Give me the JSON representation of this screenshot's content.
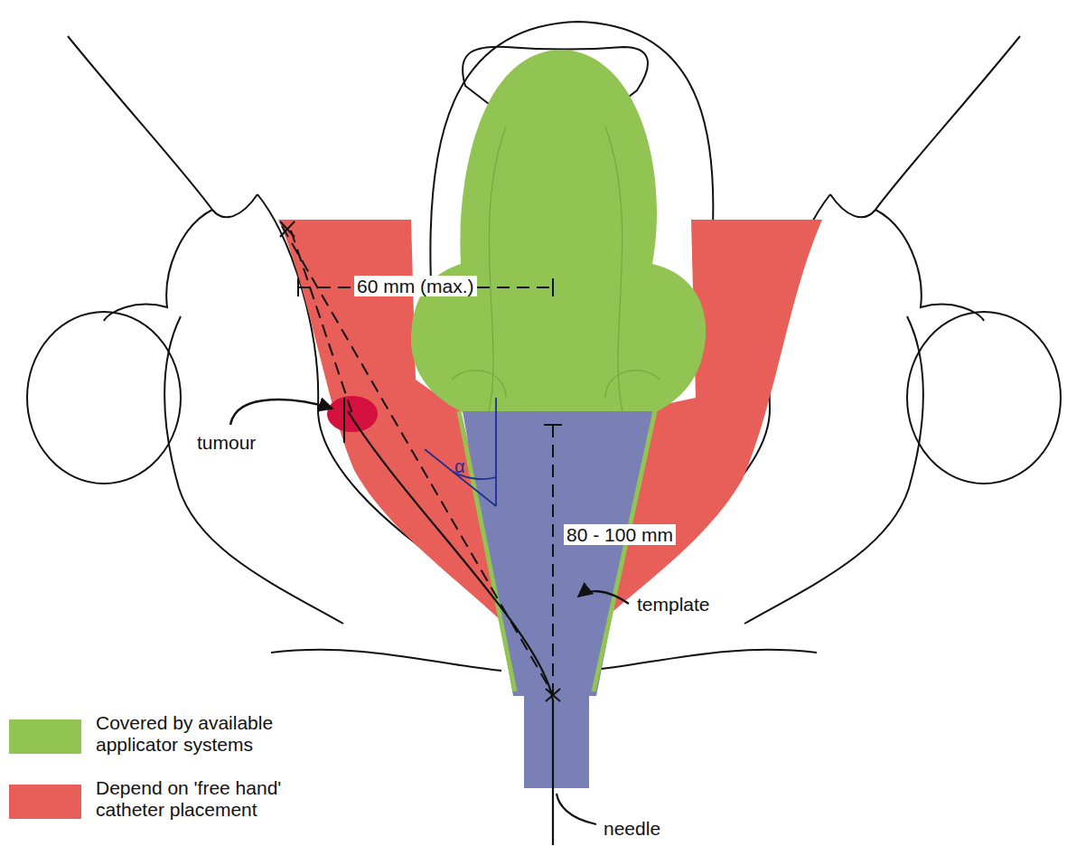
{
  "diagram": {
    "labels": [
      "60 mm (max.)",
      "tumour",
      "α",
      "80 - 100 mm",
      "template",
      "needle"
    ],
    "legend": [
      {
        "text": "Covered by available applicator systems",
        "color": "#92c453"
      },
      {
        "text": "Depend on 'free hand' catheter placement",
        "color": "#e85e58"
      }
    ]
  }
}
